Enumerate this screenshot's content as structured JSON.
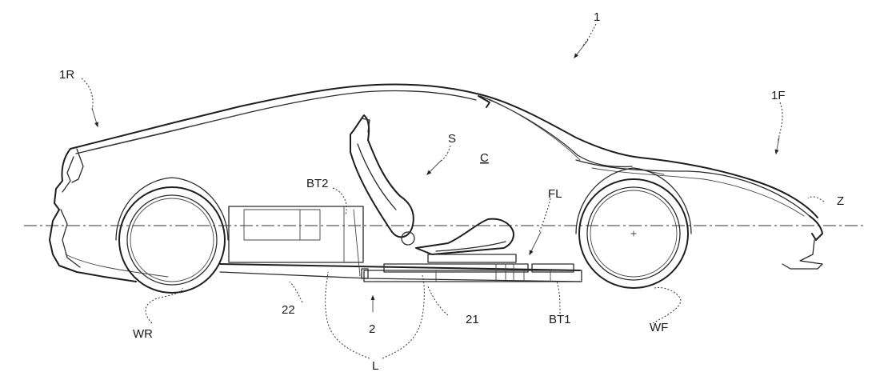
{
  "labels": {
    "vehicle": "1",
    "rear": "1R",
    "front": "1F",
    "seat": "S",
    "cabin": "C",
    "battery_rear": "BT2",
    "floor": "FL",
    "z_axis": "Z",
    "rear_floor": "22",
    "front_floor": "21",
    "floor_assembly": "2",
    "battery_front": "BT1",
    "rear_wheel": "WR",
    "front_wheel": "WF",
    "longerons": "L"
  },
  "colors": {
    "line": "#2a2a2a",
    "background": "#ffffff"
  }
}
